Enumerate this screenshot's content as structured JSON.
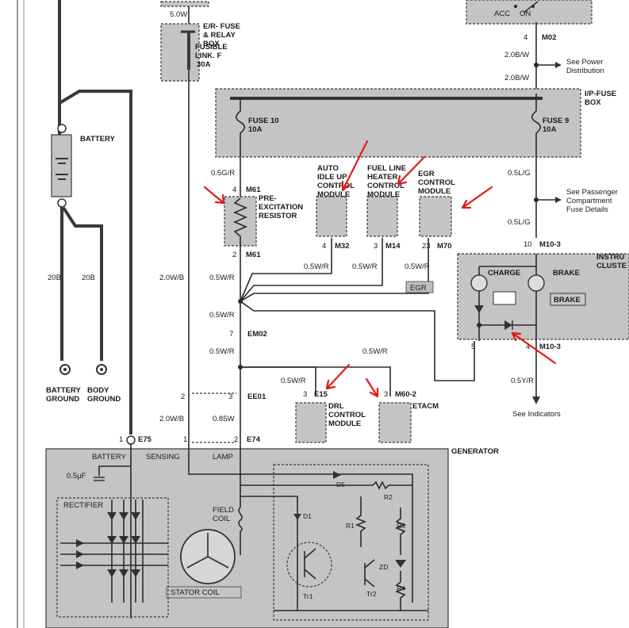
{
  "ignition": {
    "acc": "ACC",
    "on": "ON",
    "conn_pin": "4",
    "conn": "M02",
    "wire_top": "2.0B/W",
    "wire_bot": "2.0B/W",
    "see_power": [
      "See Power",
      "Distribution"
    ]
  },
  "er_box": {
    "top_wire": "5.0W",
    "title": [
      "E/R- FUSE",
      "& RELAY",
      "BOX"
    ],
    "fusible": [
      "FUSIBLE",
      "LINK. F",
      "30A"
    ]
  },
  "ip_box": {
    "title": [
      "I/P-FUSE",
      "BOX"
    ],
    "fuse10": [
      "FUSE 10",
      "10A"
    ],
    "fuse9": [
      "FUSE 9",
      "10A"
    ]
  },
  "battery": {
    "label": "BATTERY",
    "wire_left": "20B",
    "wire_right": "20B",
    "ground_battery": [
      "BATTERY",
      "GROUND"
    ],
    "ground_body": [
      "BODY",
      "GROUND"
    ]
  },
  "resistor": {
    "wire_in": "0.5G/R",
    "pin_top": "4",
    "conn_top": "M61",
    "pin_bot": "2",
    "conn_bot": "M61",
    "label": [
      "PRE-",
      "EXCITATION",
      "RESISTOR"
    ]
  },
  "modules": {
    "auto_idle": {
      "label": [
        "AUTO",
        "IDLE UP",
        "CONTROL",
        "MODULE"
      ],
      "pin": "4",
      "conn": "M32",
      "wire": "0.5W/R"
    },
    "fuel_line": {
      "label": [
        "FUEL LINE",
        "HEATER",
        "CONTROL",
        "MODULE"
      ],
      "pin": "3",
      "conn": "M14",
      "wire": "0.5W/R"
    },
    "egr": {
      "label": [
        "EGR",
        "CONTROL",
        "MODULE"
      ],
      "pin": "23",
      "conn": "M70",
      "wire": "0.5W/R",
      "badge": "EGR"
    },
    "drl": {
      "label": [
        "DRL",
        "CONTROL",
        "MODULE"
      ],
      "pin": "3",
      "conn": "E15",
      "wire": "0.5W/R"
    },
    "etacm": {
      "label": "ETACM",
      "pin": "3",
      "conn": "M60-2",
      "wire": "0.5W/R"
    }
  },
  "cluster": {
    "title": [
      "INSTRU",
      "CLUSTE"
    ],
    "charge": "CHARGE",
    "brake_lamp": "BRAKE",
    "brake_badge": "BRAKE",
    "pin_top": "10",
    "conn_top": "M10-3",
    "pin_bot_left": "5",
    "pin_bot_right": "4",
    "conn_bot": "M10-3",
    "wire_top": "0.5L/G",
    "wire_bot": "0.5L/G",
    "see_passenger": [
      "See Passenger",
      "Compartment",
      "Fuse Details"
    ],
    "wire_ind": "0.5Y/R",
    "see_ind": "See Indicators"
  },
  "splice": {
    "wire_a": "0.5W/R",
    "wire_b": "0.5W/R",
    "wire_c": "0.5W/R",
    "pin_em": "7",
    "conn_em": "EM02",
    "pin_ee_l": "2",
    "pin_ee_r": "3",
    "conn_ee": "EE01",
    "wire_sense": "2.0W/B",
    "wire_sense2": "2.0W/B",
    "wire_lamp": "0.85W"
  },
  "generator": {
    "title": "GENERATOR",
    "conn": "E74",
    "conn_b": "E75",
    "pin_b": "1",
    "pin_s": "1",
    "pin_l": "2",
    "battery": "BATTERY",
    "sensing": "SENSING",
    "lamp": "LAMP",
    "cap": "0.5µF",
    "rectifier": "RECTIFIER",
    "field_coil": [
      "FIELD",
      "COIL"
    ],
    "stator": "STATOR COIL",
    "d5": "D5",
    "d1": "D1",
    "r1": "R1",
    "r2": "R2",
    "r3": "R3",
    "r4": "R4",
    "zd": "ZD",
    "tr1": "Tr1",
    "tr2": "Tr2"
  }
}
